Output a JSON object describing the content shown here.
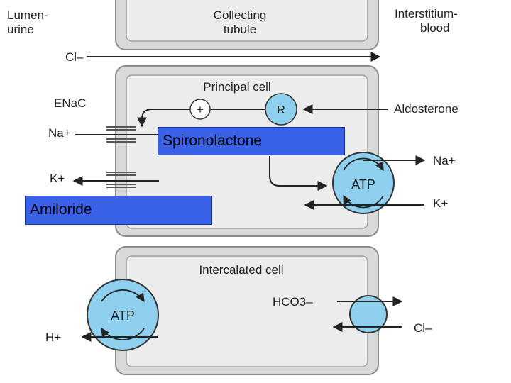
{
  "labels": {
    "lumen": [
      "Lumen-",
      "urine"
    ],
    "tubule": [
      "Collecting",
      "tubule"
    ],
    "interstitium": [
      "Interstitium-",
      "blood"
    ],
    "cl_top": "Cl–",
    "principal_cell": "Principal cell",
    "enac": "ENaC",
    "plus": "+",
    "receptor": "R",
    "aldosterone": "Aldosterone",
    "na_left": "Na+",
    "k_left": "K+",
    "atp_principal": "ATP",
    "na_right": "Na+",
    "k_right": "K+",
    "intercalated_cell": "Intercalated cell",
    "atp_intercalated": "ATP",
    "h_left": "H+",
    "hco3": "HCO3–",
    "cl_right": "Cl–"
  },
  "drugs": {
    "spironolactone": "Spironolactone",
    "amiloride": "Amiloride"
  },
  "colors": {
    "cell_border": "#a6a6a6",
    "cell_inner": "#dedede",
    "transporter_fill": "#8fd0ef",
    "overlay": "#3a62e8",
    "ink": "#222222"
  }
}
